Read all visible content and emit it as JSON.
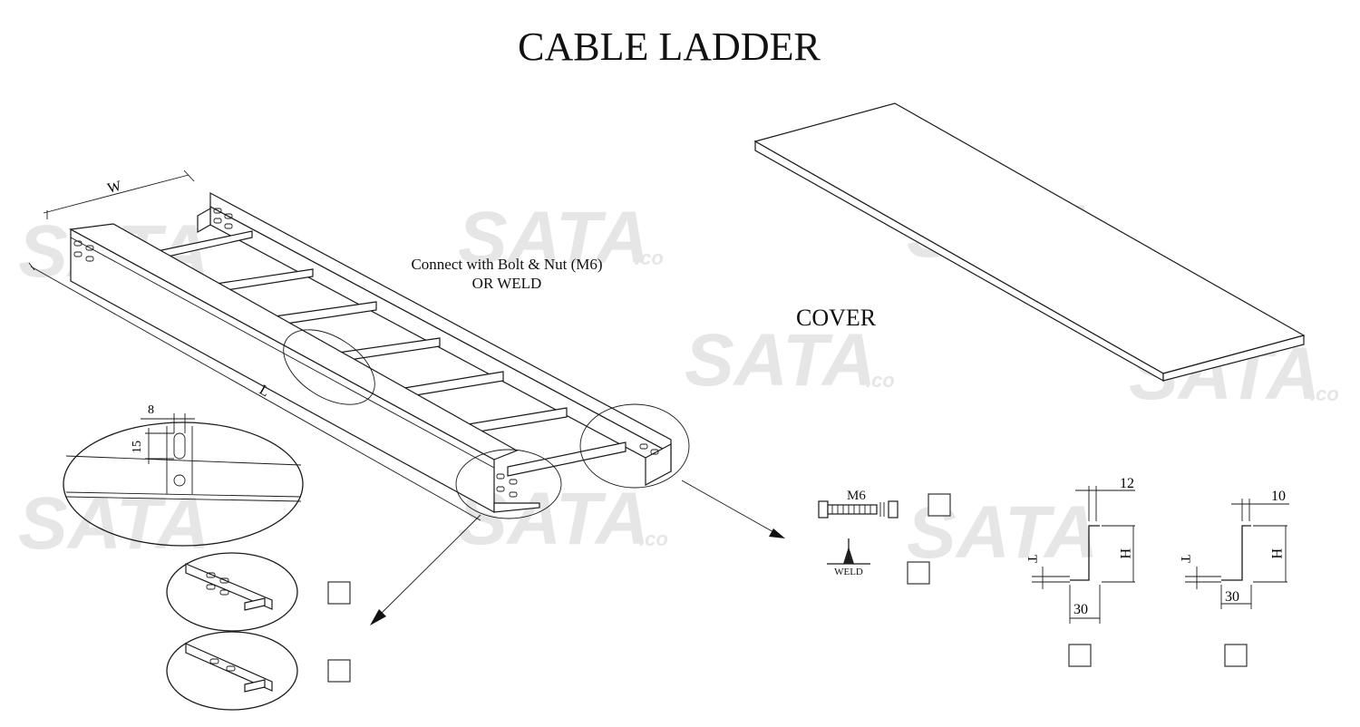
{
  "title": "CABLE LADDER",
  "annotations": {
    "connect_line1": "Connect with Bolt & Nut (M6)",
    "connect_line2": "OR WELD",
    "cover": "COVER"
  },
  "dimensions": {
    "width": "W",
    "length": "L",
    "slot_width": "8",
    "slot_height": "15",
    "profile_a_lip": "12",
    "profile_a_base": "30",
    "profile_a_height": "H",
    "profile_a_thickness": "T",
    "profile_b_lip": "10",
    "profile_b_base": "30",
    "profile_b_height": "H",
    "profile_b_thickness": "T"
  },
  "fasteners": {
    "bolt": "M6",
    "weld": "WELD"
  },
  "watermark": {
    "text": "SATA",
    "suffix": ".co"
  },
  "options": {
    "four_hole_end": "",
    "two_hole_end": "",
    "bolt_option": "",
    "weld_option": "",
    "profile_a": "",
    "profile_b": ""
  }
}
